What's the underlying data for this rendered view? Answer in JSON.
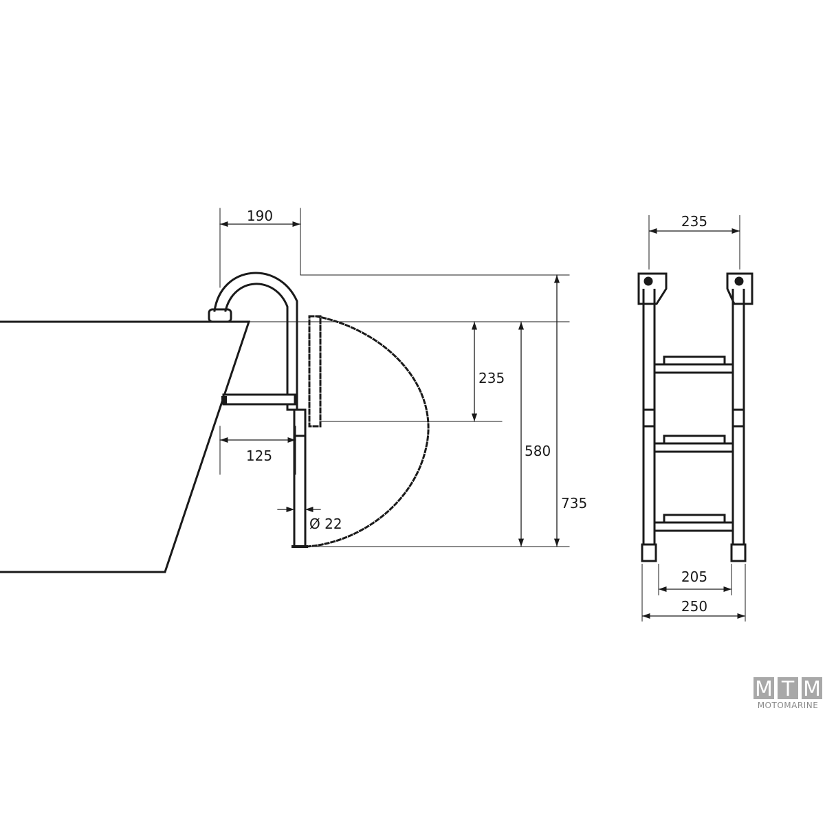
{
  "dimensions": {
    "hook_reach": "190",
    "standoff_depth": "125",
    "tube_diameter": "Ø 22",
    "first_step_drop": "235",
    "submerged_length": "580",
    "total_height": "735",
    "top_width": "235",
    "step_width": "205",
    "overall_width": "250"
  },
  "logo": {
    "letter_1": "M",
    "letter_2": "T",
    "letter_3": "M",
    "tagline": "MOTOMARINE"
  },
  "colors": {
    "line": "#1a1a1a",
    "logo_box": "#a8a8a8",
    "logo_text": "#8a8a8a"
  }
}
